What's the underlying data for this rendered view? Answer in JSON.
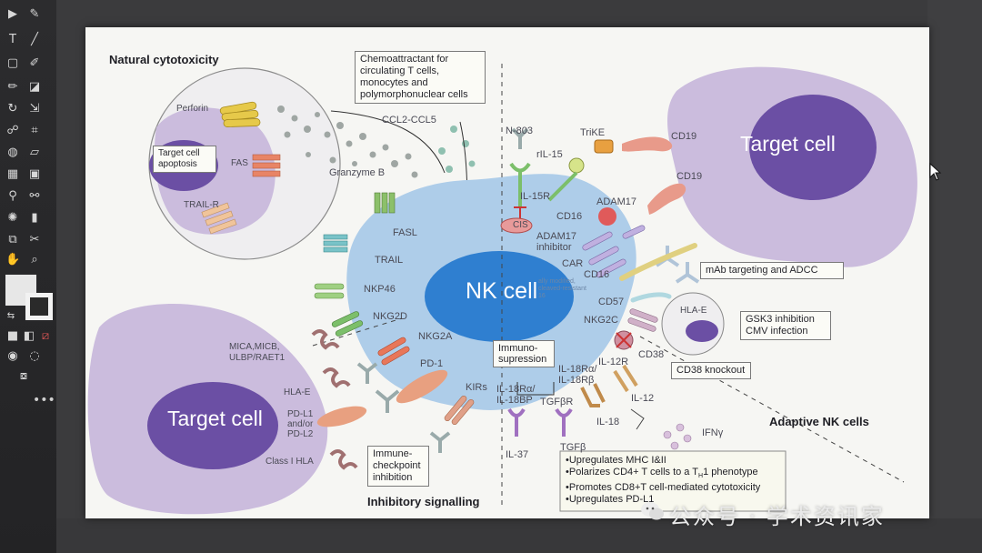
{
  "app": {
    "tools": [
      "type-tool",
      "line-tool",
      "rectangle-tool",
      "paintbrush-tool",
      "eraser-tool",
      "rotate-tool",
      "scale-tool",
      "warp-tool",
      "shape-builder-tool",
      "perspective-tool",
      "mesh-tool",
      "gradient-tool",
      "eyedropper-tool",
      "blend-tool",
      "symbol-sprayer-tool",
      "graph-tool",
      "artboard-tool",
      "slice-tool",
      "hand-tool",
      "zoom-tool"
    ],
    "more_tools": "•••"
  },
  "figure": {
    "section_natural": "Natural cytotoxicity",
    "section_inhibitory": "Inhibitory signalling",
    "section_adaptive": "Adaptive NK cells",
    "nk_cell": "NK cell",
    "target_cell_top": "Target cell",
    "target_cell_bottom": "Target cell",
    "target_apoptosis": [
      "Target cell",
      "apoptosis"
    ],
    "chemo_box": [
      "Chemoattractant for",
      "circulating T cells,",
      "monocytes and",
      "polymorphonuclear cells"
    ],
    "labels": {
      "perforin": "Perforin",
      "fas": "FAS",
      "trail_r": "TRAIL-R",
      "granzyme": "Granzyme B",
      "ccl": "CCL2-CCL5",
      "fasl": "FASL",
      "trail": "TRAIL",
      "nkp46": "NKP46",
      "nkg2d": "NKG2D",
      "mica": "MICA,MICB,",
      "ulbp": "ULBP/RAET1",
      "hla_e_left": "HLA-E",
      "pdl1": [
        "PD-L1",
        "and/or",
        "PD-L2"
      ],
      "class1": "Class I HLA",
      "nkg2a": "NKG2A",
      "pd1": "PD-1",
      "kirs": "KIRs",
      "n803": "N-803",
      "ril15": "rIL-15",
      "il15r": "IL-15R",
      "cis": "CIS",
      "trike": "TriKE",
      "cd19_top": "CD19",
      "cd19_mid": "CD19",
      "cd16_a": "CD16",
      "adam17": "ADAM17",
      "adam17_inh": [
        "ADAM17",
        "inhibitor"
      ],
      "car": "CAR",
      "cd16_b": "CD16",
      "cd57": "CD57",
      "nkg2c": "NKG2C",
      "hla_e_right": "HLA-E",
      "cd38": "CD38",
      "il12r": "IL-12R",
      "il12": "IL-12",
      "il18": "IL-18",
      "ifng": "IFNγ",
      "il18ra_a": "IL-18Rα/",
      "il18rb": "IL-18Rβ",
      "il18ra_b": "IL-18Rα/",
      "il18bp": "IL-18BP",
      "tgfbr": "TGFβR",
      "tgfb": "TGFβ",
      "il37": "IL-37",
      "nk_small": [
        "ally modified,",
        "cleaved-resistant",
        "16"
      ]
    },
    "immuno_box": [
      "Immuno-",
      "supression"
    ],
    "mab_box": "mAb targeting and ADCC",
    "gsk_box": [
      "GSK3 inhibition",
      "CMV infection"
    ],
    "cd38_box": "CD38 knockout",
    "checkpoint_box": [
      "Immune-",
      "checkpoint",
      "inhibition"
    ],
    "bullets": [
      "•Upregulates MHC I&II",
      "•Polarizes CD4+ T cells to a T",
      "H",
      "1 phenotype",
      "•Promotes CD8+T cell-mediated cytotoxicity",
      "•Upregulates PD-L1"
    ]
  },
  "watermark": "公众号 · 学术资讯家",
  "colors": {
    "nk_outer": "#a8cbe8",
    "nk_nucleus": "#2f7fd0",
    "target_outer": "#c9b9dc",
    "target_nucleus": "#6a4fa3",
    "panel_bg": "#2a2a2c"
  }
}
